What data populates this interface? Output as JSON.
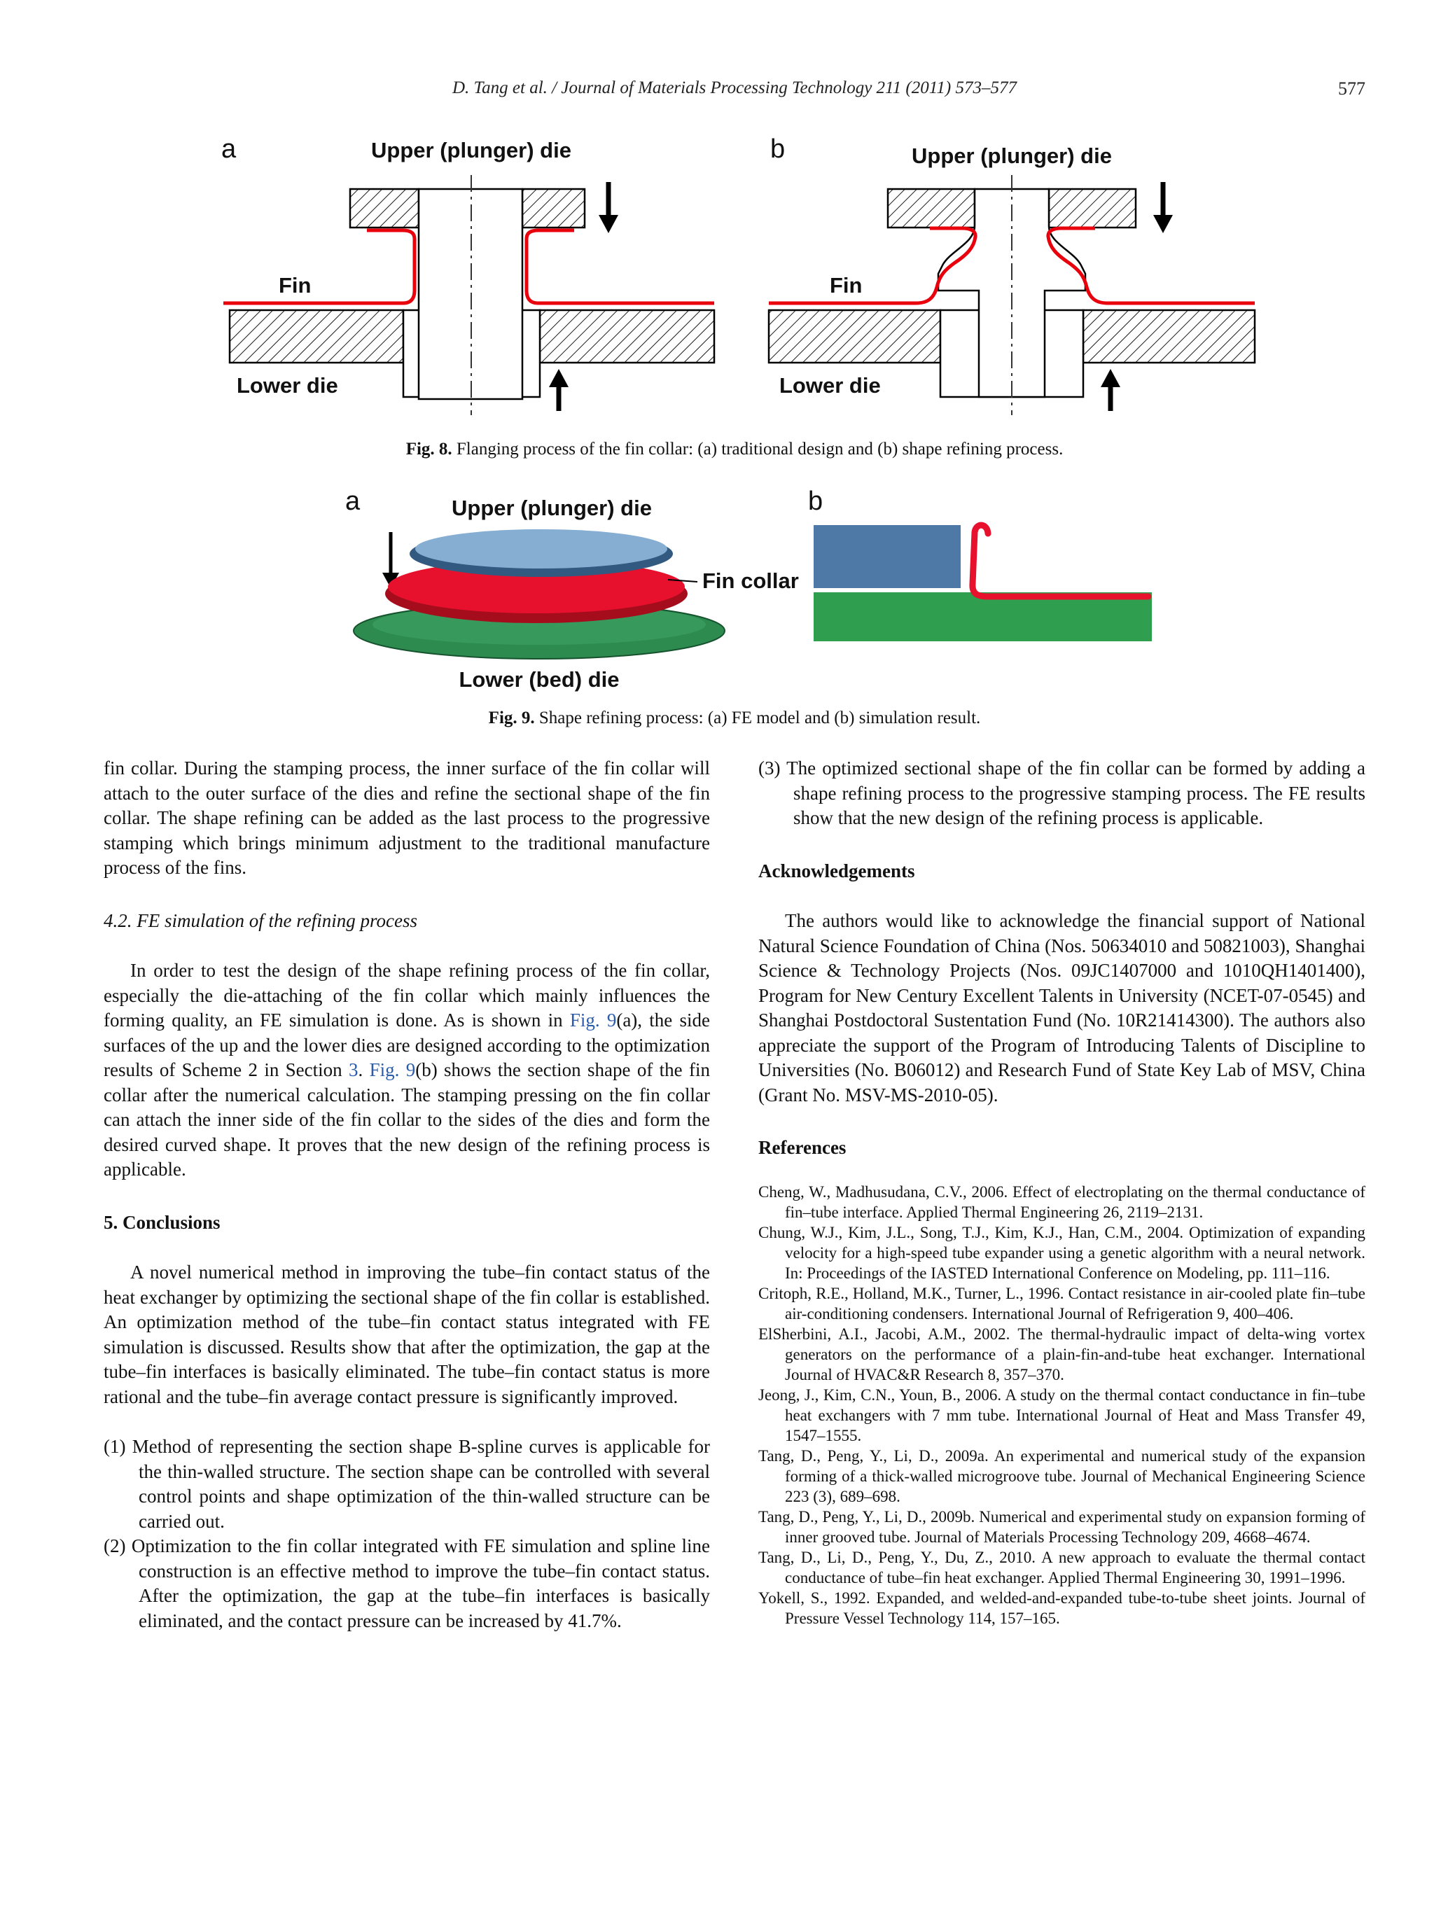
{
  "header": {
    "citation": "D. Tang et al. / Journal of Materials Processing Technology 211 (2011) 573–577",
    "page_number": "577"
  },
  "colors": {
    "fin_red": "#e8000d",
    "collar_red": "#e8112d",
    "collar_red_dark": "#a50d1d",
    "die_blue": "#4e79a7",
    "die_blue_top": "#86aed2",
    "die_blue_dark": "#32597f",
    "bed_green": "#2e8b50",
    "sim_green": "#2f9e4f",
    "link_blue": "#2a5caa"
  },
  "fig8": {
    "panel_a": {
      "label": "a",
      "upper_die": "Upper (plunger) die",
      "fin": "Fin",
      "lower_die": "Lower die"
    },
    "panel_b": {
      "label": "b",
      "upper_die": "Upper (plunger) die",
      "fin": "Fin",
      "lower_die": "Lower die"
    },
    "caption_tag": "Fig. 8.",
    "caption_text": "Flanging process of the fin collar: (a) traditional design and (b) shape refining process."
  },
  "fig9": {
    "panel_a": {
      "label": "a",
      "upper_die": "Upper (plunger) die",
      "fin_collar": "Fin collar",
      "lower_die": "Lower (bed) die"
    },
    "panel_b": {
      "label": "b"
    },
    "caption_tag": "Fig. 9.",
    "caption_text": "Shape refining process: (a) FE model and (b) simulation result."
  },
  "left_column": {
    "p1": "fin collar. During the stamping process, the inner surface of the fin collar will attach to the outer surface of the dies and refine the sectional shape of the fin collar. The shape refining can be added as the last process to the progressive stamping which brings minimum adjustment to the traditional manufacture process of the fins.",
    "section_42_heading": "4.2. FE simulation of the refining process",
    "p2_parts": {
      "t1": "In order to test the design of the shape refining process of the fin collar, especially the die-attaching of the fin collar which mainly influences the forming quality, an FE simulation is done. As is shown in ",
      "link_fig9a": "Fig. 9",
      "t2": "(a), the side surfaces of the up and the lower dies are designed according to the optimization results of Scheme 2 in Section ",
      "link_sec3": "3",
      "t3": ". ",
      "link_fig9b": "Fig. 9",
      "t4": "(b) shows the section shape of the fin collar after the numerical calculation. The stamping pressing on the fin collar can attach the inner side of the fin collar to the sides of the dies and form the desired curved shape. It proves that the new design of the refining process is applicable."
    },
    "section_5_heading": "5. Conclusions",
    "p3": "A novel numerical method in improving the tube–fin contact status of the heat exchanger by optimizing the sectional shape of the fin collar is established. An optimization method of the tube–fin contact status integrated with FE simulation is discussed. Results show that after the optimization, the gap at the tube–fin interfaces is basically eliminated. The tube–fin contact status is more rational and the tube–fin average contact pressure is significantly improved.",
    "items": [
      {
        "num": "(1)",
        "text": "Method of representing the section shape B-spline curves is applicable for the thin-walled structure. The section shape can be controlled with several control points and shape optimization of the thin-walled structure can be carried out."
      },
      {
        "num": "(2)",
        "text": "Optimization to the fin collar integrated with FE simulation and spline line construction is an effective method to improve the tube–fin contact status. After the optimization, the gap at the tube–fin interfaces is basically eliminated, and the contact pressure can be increased by 41.7%."
      }
    ]
  },
  "right_column": {
    "item3": {
      "num": "(3)",
      "text": "The optimized sectional shape of the fin collar can be formed by adding a shape refining process to the progressive stamping process. The FE results show that the new design of the refining process is applicable."
    },
    "acknowledgements_heading": "Acknowledgements",
    "acknowledgements_text": "The authors would like to acknowledge the financial support of National Natural Science Foundation of China (Nos. 50634010 and 50821003), Shanghai Science & Technology Projects (Nos. 09JC1407000 and 1010QH1401400), Program for New Century Excellent Talents in University (NCET-07-0545) and Shanghai Postdoctoral Sustentation Fund (No. 10R21414300). The authors also appreciate the support of the Program of Introducing Talents of Discipline to Universities (No. B06012) and Research Fund of State Key Lab of MSV, China (Grant No. MSV-MS-2010-05).",
    "references_heading": "References",
    "references": [
      "Cheng, W., Madhusudana, C.V., 2006. Effect of electroplating on the thermal conductance of fin–tube interface. Applied Thermal Engineering 26, 2119–2131.",
      "Chung, W.J., Kim, J.L., Song, T.J., Kim, K.J., Han, C.M., 2004. Optimization of expanding velocity for a high-speed tube expander using a genetic algorithm with a neural network. In: Proceedings of the IASTED International Conference on Modeling, pp. 111–116.",
      "Critoph, R.E., Holland, M.K., Turner, L., 1996. Contact resistance in air-cooled plate fin–tube air-conditioning condensers. International Journal of Refrigeration 9, 400–406.",
      "ElSherbini, A.I., Jacobi, A.M., 2002. The thermal-hydraulic impact of delta-wing vortex generators on the performance of a plain-fin-and-tube heat exchanger. International Journal of HVAC&R Research 8, 357–370.",
      "Jeong, J., Kim, C.N., Youn, B., 2006. A study on the thermal contact conductance in fin–tube heat exchangers with 7 mm tube. International Journal of Heat and Mass Transfer 49, 1547–1555.",
      "Tang, D., Peng, Y., Li, D., 2009a. An experimental and numerical study of the expansion forming of a thick-walled microgroove tube. Journal of Mechanical Engineering Science 223 (3), 689–698.",
      "Tang, D., Peng, Y., Li, D., 2009b. Numerical and experimental study on expansion forming of inner grooved tube. Journal of Materials Processing Technology 209, 4668–4674.",
      "Tang, D., Li, D., Peng, Y., Du, Z., 2010. A new approach to evaluate the thermal contact conductance of tube–fin heat exchanger. Applied Thermal Engineering 30, 1991–1996.",
      "Yokell, S., 1992. Expanded, and welded-and-expanded tube-to-tube sheet joints. Journal of Pressure Vessel Technology 114, 157–165."
    ]
  }
}
